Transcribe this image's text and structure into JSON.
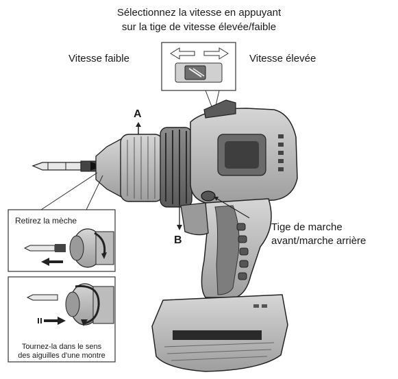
{
  "diagram": {
    "instructions": {
      "line1": "Sélectionnez la vitesse en appuyant",
      "line2": "sur la tige de vitesse élevée/faible"
    },
    "speed_labels": {
      "low": "Vitesse faible",
      "high": "Vitesse élevée"
    },
    "markers": {
      "a": "A",
      "b": "B"
    },
    "reverse_rod": {
      "line1": "Tige de marche",
      "line2": "avant/marche arrière"
    },
    "inset_remove": {
      "title": "Retirez la mèche"
    },
    "inset_tighten": {
      "line1": "Tournez-la dans le sens",
      "line2": "des aiguilles d'une montre"
    }
  }
}
